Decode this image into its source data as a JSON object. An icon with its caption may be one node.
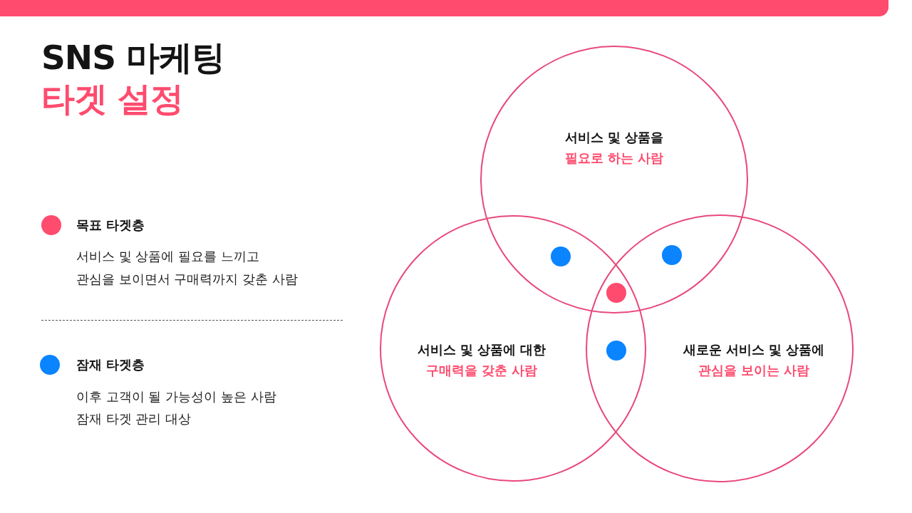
{
  "diagram": {
    "title": "SNS 마케팅",
    "nodes": [
      {
        "text": [],
        "shape": "bar"
      },
      {
        "text": [
          "서비스 및 상품을",
          "필요로 하는 사람"
        ]
      },
      {
        "text": [
          "서비스 및 상품에 대한",
          "구매력을 갖춘 사람"
        ]
      },
      {
        "text": [
          "새로운 서비스 및 상품에",
          "관심을 보이는 사람"
        ]
      }
    ],
    "labels": [
      "타겟 설정",
      "서비스 및 상품에 필요를 느끼고 관심을 보이면서 구매력까지 갖춘 사람",
      "이후 고객이 될 가능성이 높은 사람 잠재 타겟 관리 대상"
    ],
    "legend": [
      {
        "text": "목표 타겟층",
        "color": "#ff4b6e"
      },
      {
        "text": "잠재 타겟층",
        "color": "#0a84ff"
      }
    ]
  }
}
